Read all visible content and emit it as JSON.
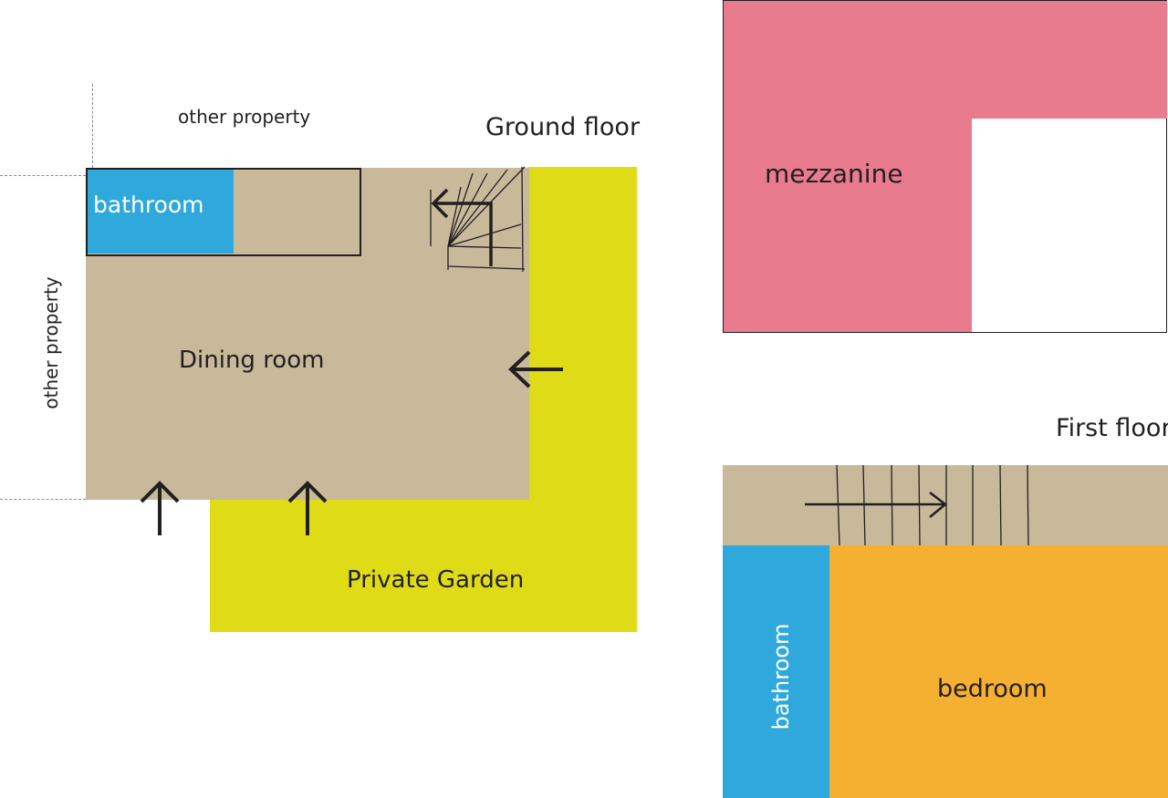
{
  "colors": {
    "floor": "#c9b99b",
    "garden": "#dfdb17",
    "bathroom": "#2fa8dc",
    "mezzanine": "#e87b8e",
    "bedroom": "#f5b032",
    "ink": "#231f20"
  },
  "ground_floor": {
    "title": "Ground floor",
    "neighbor_top": "other property",
    "neighbor_left": "other property",
    "bathroom": "bathroom",
    "dining_room": "Dining room",
    "garden": "Private Garden"
  },
  "mezzanine": {
    "label": "mezzanine"
  },
  "first_floor": {
    "title": "First floor",
    "bathroom": "bathroom",
    "bedroom": "bedroom"
  },
  "icons": [
    "arrow-left-icon",
    "arrow-up-icon",
    "arrow-right-icon",
    "stairs-icon"
  ]
}
